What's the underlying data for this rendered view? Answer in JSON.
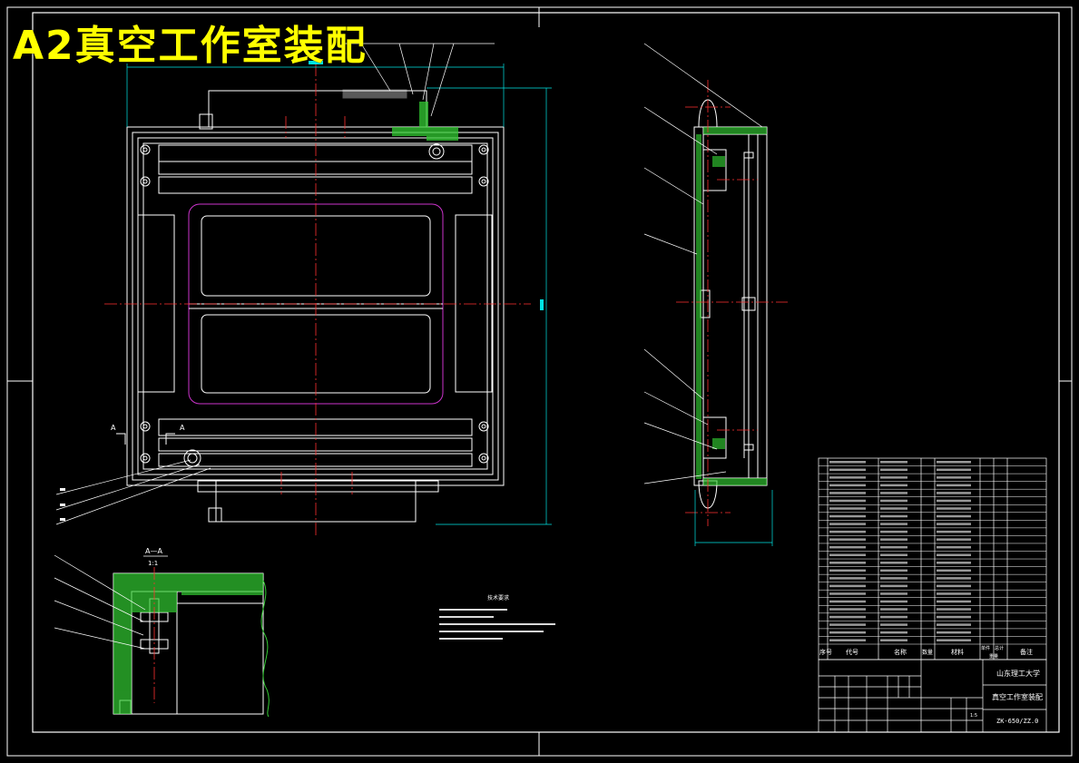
{
  "title": "A2真空工作室装配",
  "colors": {
    "background": "#000000",
    "title": "#ffff00",
    "line": "#ffffff",
    "center": "#ff3030",
    "dimension": "#00e5e5",
    "window": "#cc33cc",
    "hatch": "#33cc33"
  },
  "section_label": {
    "name": "A—A",
    "scale": "1:1"
  },
  "section_marker": "A",
  "university": "山东理工大学",
  "drawing_name": "真空工作室装配",
  "drawing_number": "ZK-650/ZZ.0",
  "bom_header": [
    "序号",
    "代号",
    "名称",
    "数量",
    "材料",
    "单件",
    "总计",
    "备注"
  ],
  "bom_header_weight": "重量",
  "tech_req_title": "技术要求",
  "sheet_scale": "1:5"
}
